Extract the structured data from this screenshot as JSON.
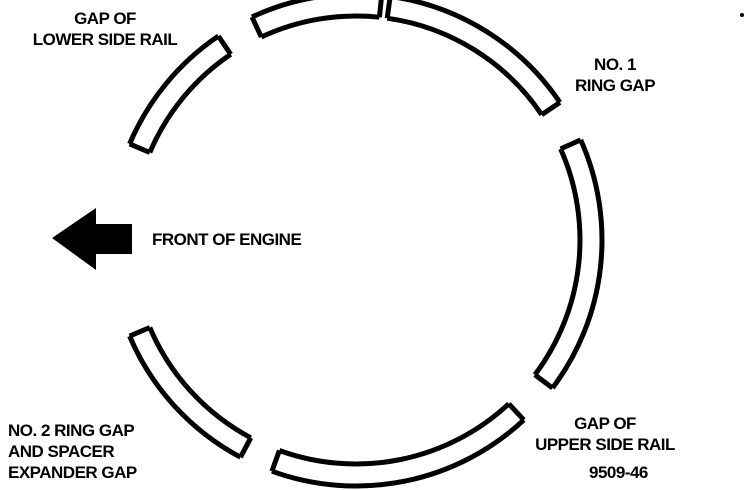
{
  "labels": {
    "lower_side_rail_gap": [
      "GAP OF",
      "LOWER SIDE RAIL"
    ],
    "no1_ring_gap": [
      "NO. 1",
      "RING GAP"
    ],
    "front_of_engine": "FRONT OF ENGINE",
    "no2_ring_gap": [
      "NO. 2 RING GAP",
      "AND SPACER",
      "EXPANDER GAP"
    ],
    "upper_side_rail_gap": [
      "GAP OF",
      "UPPER SIDE RAIL"
    ],
    "figure_number": "9509-46"
  },
  "colors": {
    "ink": "#000000",
    "background": "#ffffff"
  },
  "icons": {
    "arrow": "arrow-left-icon"
  }
}
